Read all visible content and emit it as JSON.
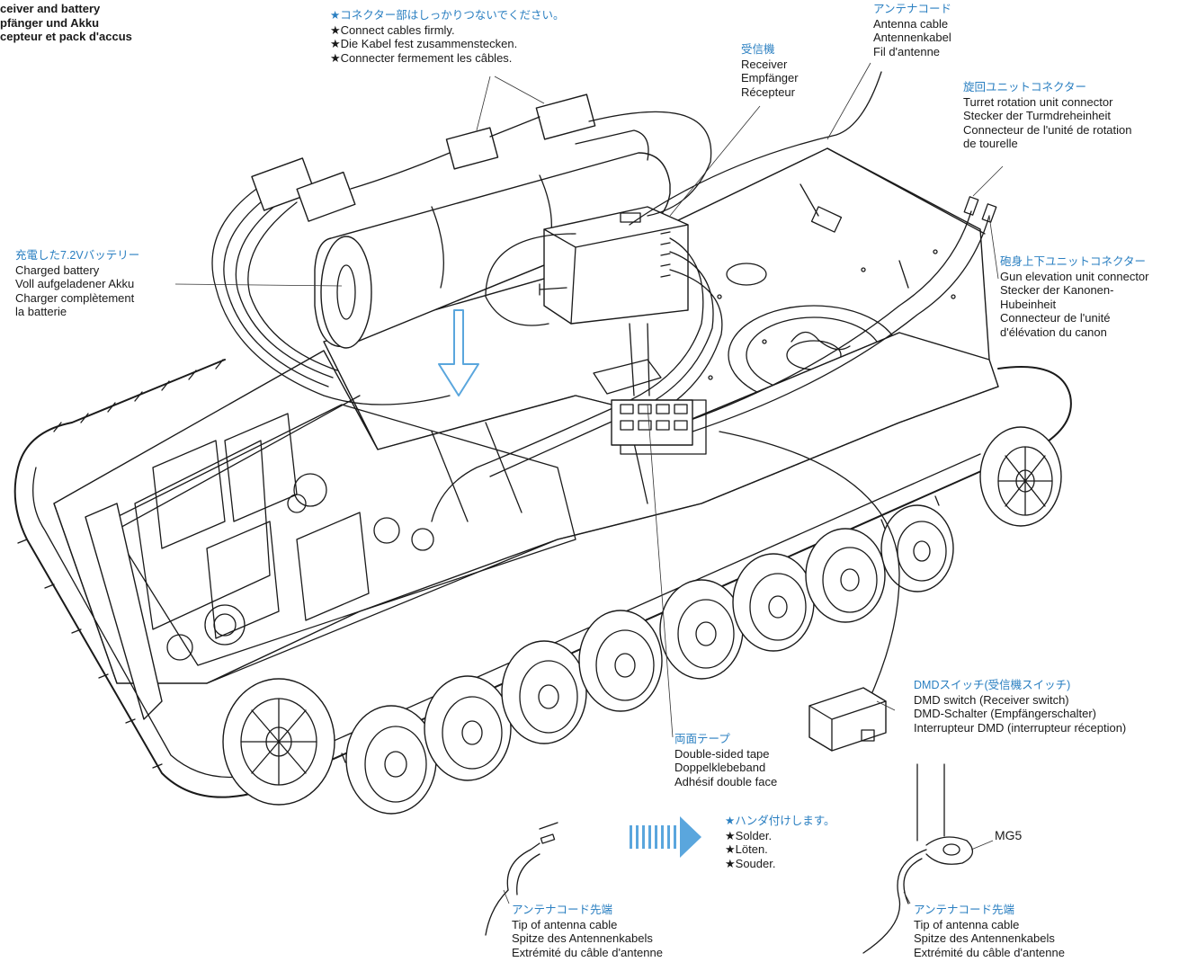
{
  "labels": {
    "receiver_battery_header": [
      "ceiver and battery",
      "pfänger und Akku",
      "cepteur et pack d'accus"
    ],
    "connect_note": {
      "jp": "★コネクター部はしっかりつないでください。",
      "en": "★Connect cables firmly.",
      "de": "★Die Kabel fest zusammenstecken.",
      "fr": "★Connecter fermement les câbles."
    },
    "receiver": {
      "jp": "受信機",
      "en": "Receiver",
      "de": "Empfänger",
      "fr": "Récepteur"
    },
    "antenna_cable": {
      "jp": "アンテナコード",
      "en": "Antenna cable",
      "de": "Antennenkabel",
      "fr": "Fil d'antenne"
    },
    "turret_connector": {
      "jp": "旋回ユニットコネクター",
      "en": "Turret rotation unit connector",
      "de": "Stecker der Turmdreheinheit",
      "fr1": "Connecteur de l'unité de rotation",
      "fr2": "de tourelle"
    },
    "battery": {
      "jp": "充電した7.2Vバッテリー",
      "en": "Charged battery",
      "de": "Voll aufgeladener Akku",
      "fr1": "Charger complètement",
      "fr2": "la batterie"
    },
    "gun_connector": {
      "jp": "砲身上下ユニットコネクター",
      "en": "Gun elevation unit connector",
      "de1": "Stecker der Kanonen-",
      "de2": "Hubeinheit",
      "fr1": "Connecteur de l'unité",
      "fr2": "d'élévation du canon"
    },
    "dmd_switch": {
      "jp": "DMDスイッチ(受信機スイッチ)",
      "en": "DMD switch (Receiver switch)",
      "de": "DMD-Schalter (Empfängerschalter)",
      "fr": "Interrupteur DMD (interrupteur réception)"
    },
    "tape": {
      "jp": "両面テープ",
      "en": "Double-sided tape",
      "de": "Doppelklebeband",
      "fr": "Adhésif double face"
    },
    "solder_note": {
      "jp": "★ハンダ付けします。",
      "en": "★Solder.",
      "de": "★Löten.",
      "fr": "★Souder."
    },
    "mg5": "MG5",
    "antenna_tip_left": {
      "jp": "アンテナコード先端",
      "en": "Tip of antenna cable",
      "de": "Spitze des Antennenkabels",
      "fr": "Extrémité du câble d'antenne"
    },
    "antenna_tip_right": {
      "jp": "アンテナコード先端",
      "en": "Tip of antenna cable",
      "de": "Spitze des Antennenkabels",
      "fr": "Extrémité du câble d'antenne"
    }
  },
  "colors": {
    "accent": "#2a7fc1",
    "ink": "#1a1a1a",
    "arrow": "#5aa6dd"
  }
}
